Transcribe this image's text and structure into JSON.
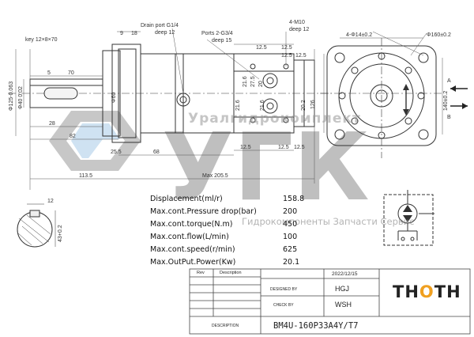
{
  "drawing": {
    "labels": {
      "drain_port": "Drain port G1/4",
      "drain_depth": "deep 12",
      "ports": "Ports 2-G3/4",
      "ports_depth": "deep 15",
      "mount_holes": "4-M10",
      "mount_depth": "deep 12",
      "key": "key 12×8×70",
      "bolt_circle_holes": "4-Φ14±0.2",
      "bolt_circle": "Φ160±0.2"
    },
    "dimensions": {
      "d9": "9",
      "d18": "18",
      "d70": "70",
      "d5": "5",
      "d125": "Φ125-0.063",
      "d40": "Φ40 0.02",
      "d28": "28",
      "d82": "82",
      "d60": "Φ60",
      "d25_5": "25.5",
      "d68": "68",
      "d113_5": "113.5",
      "d21_6a": "21.6",
      "d21_6b": "21.6",
      "d27_5": "27.5",
      "d20": "20",
      "d21_6c": "21.6",
      "d12_5a": "12.5",
      "d12_5b": "12.5",
      "d12_5c": "12.5",
      "d12_5d": "12.5",
      "d12_5e": "12.5",
      "d12_5f": "12.5",
      "d12_5g": "12.5",
      "d20_2": "20.2",
      "d126": "126",
      "dmax": "Max 205.5",
      "d140": "140±0.2",
      "key_w": "12",
      "d43": "43+0.2",
      "port_a": "A",
      "port_b": "B"
    }
  },
  "watermark": {
    "company_ru": "Уралгидрокомплект",
    "logo_text": "УГК",
    "tagline_ru": "Гидрокомпоненты  Запчасти  Сервис"
  },
  "specs": [
    {
      "label": "Displacement(ml/r)",
      "value": "158.8"
    },
    {
      "label": "Max.cont.Pressure drop(bar)",
      "value": "200"
    },
    {
      "label": "Max.cont.torque(N.m)",
      "value": "450"
    },
    {
      "label": "Max.cont.flow(L/min)",
      "value": "100"
    },
    {
      "label": "Max.cont.speed(r/min)",
      "value": "625"
    },
    {
      "label": "Max.OutPut.Power(Kw)",
      "value": "20.1"
    }
  ],
  "title_block": {
    "rev_header": "Rev",
    "description_header": "Description",
    "date": "2022/12/15",
    "designed_by_label": "DESIGNED BY",
    "designed_by": "HGJ",
    "check_by_label": "CHECK BY",
    "check_by": "WSH",
    "description_label": "DESCRIPTION",
    "model": "BM4U-160P33A4Y/T7",
    "brand_left": "TH",
    "brand_o": "O",
    "brand_right": "TH"
  },
  "colors": {
    "line": "#333333",
    "brand_dark": "#222222",
    "brand_orange": "#f0a020",
    "watermark_gray": "#b4b4b4",
    "watermark_blue": "#cfe0f0"
  }
}
